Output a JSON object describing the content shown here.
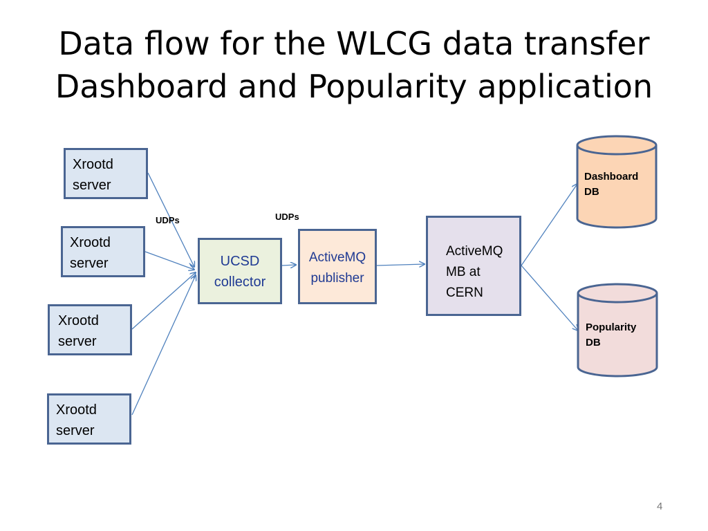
{
  "title": {
    "line1": "Data flow for the WLCG data transfer",
    "line2": "Dashboard and Popularity application"
  },
  "xrootd_servers": [
    {
      "line1": "Xrootd",
      "line2": "server"
    },
    {
      "line1": "Xrootd",
      "line2": "server"
    },
    {
      "line1": "Xrootd",
      "line2": "server"
    },
    {
      "line1": "Xrootd",
      "line2": "server"
    }
  ],
  "collector": {
    "line1": "UCSD",
    "line2": "collector"
  },
  "publisher": {
    "line1": "ActiveMQ",
    "line2": "publisher"
  },
  "broker": {
    "line1": "ActiveMQ",
    "line2": "MB at",
    "line3": "CERN"
  },
  "labels": {
    "udps_left": "UDPs",
    "udps_top": "UDPs"
  },
  "databases": {
    "dashboard": {
      "line1": "Dashboard",
      "line2": "DB",
      "fill": "#fcd5b5"
    },
    "popularity": {
      "line1": "Popularity",
      "line2": "DB",
      "fill": "#f2dcdb"
    }
  },
  "colors": {
    "border": "#4a6592",
    "arrow": "#4f81bd"
  },
  "page_number": "4"
}
